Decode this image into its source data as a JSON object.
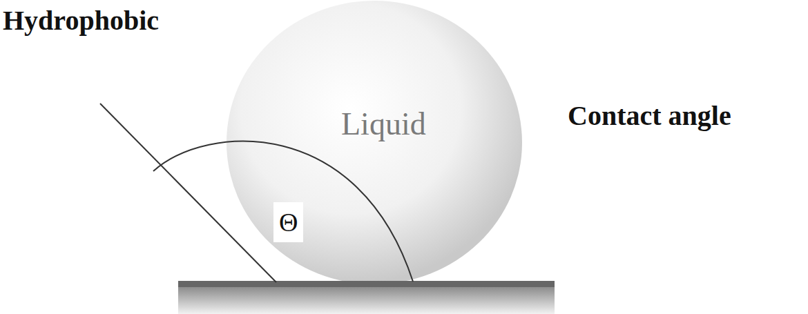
{
  "diagram": {
    "nodes": [
      {
        "text": [
          "Liquid"
        ]
      }
    ],
    "labels": [
      "Hydrophobic",
      "Contact angle",
      "Θ"
    ]
  }
}
